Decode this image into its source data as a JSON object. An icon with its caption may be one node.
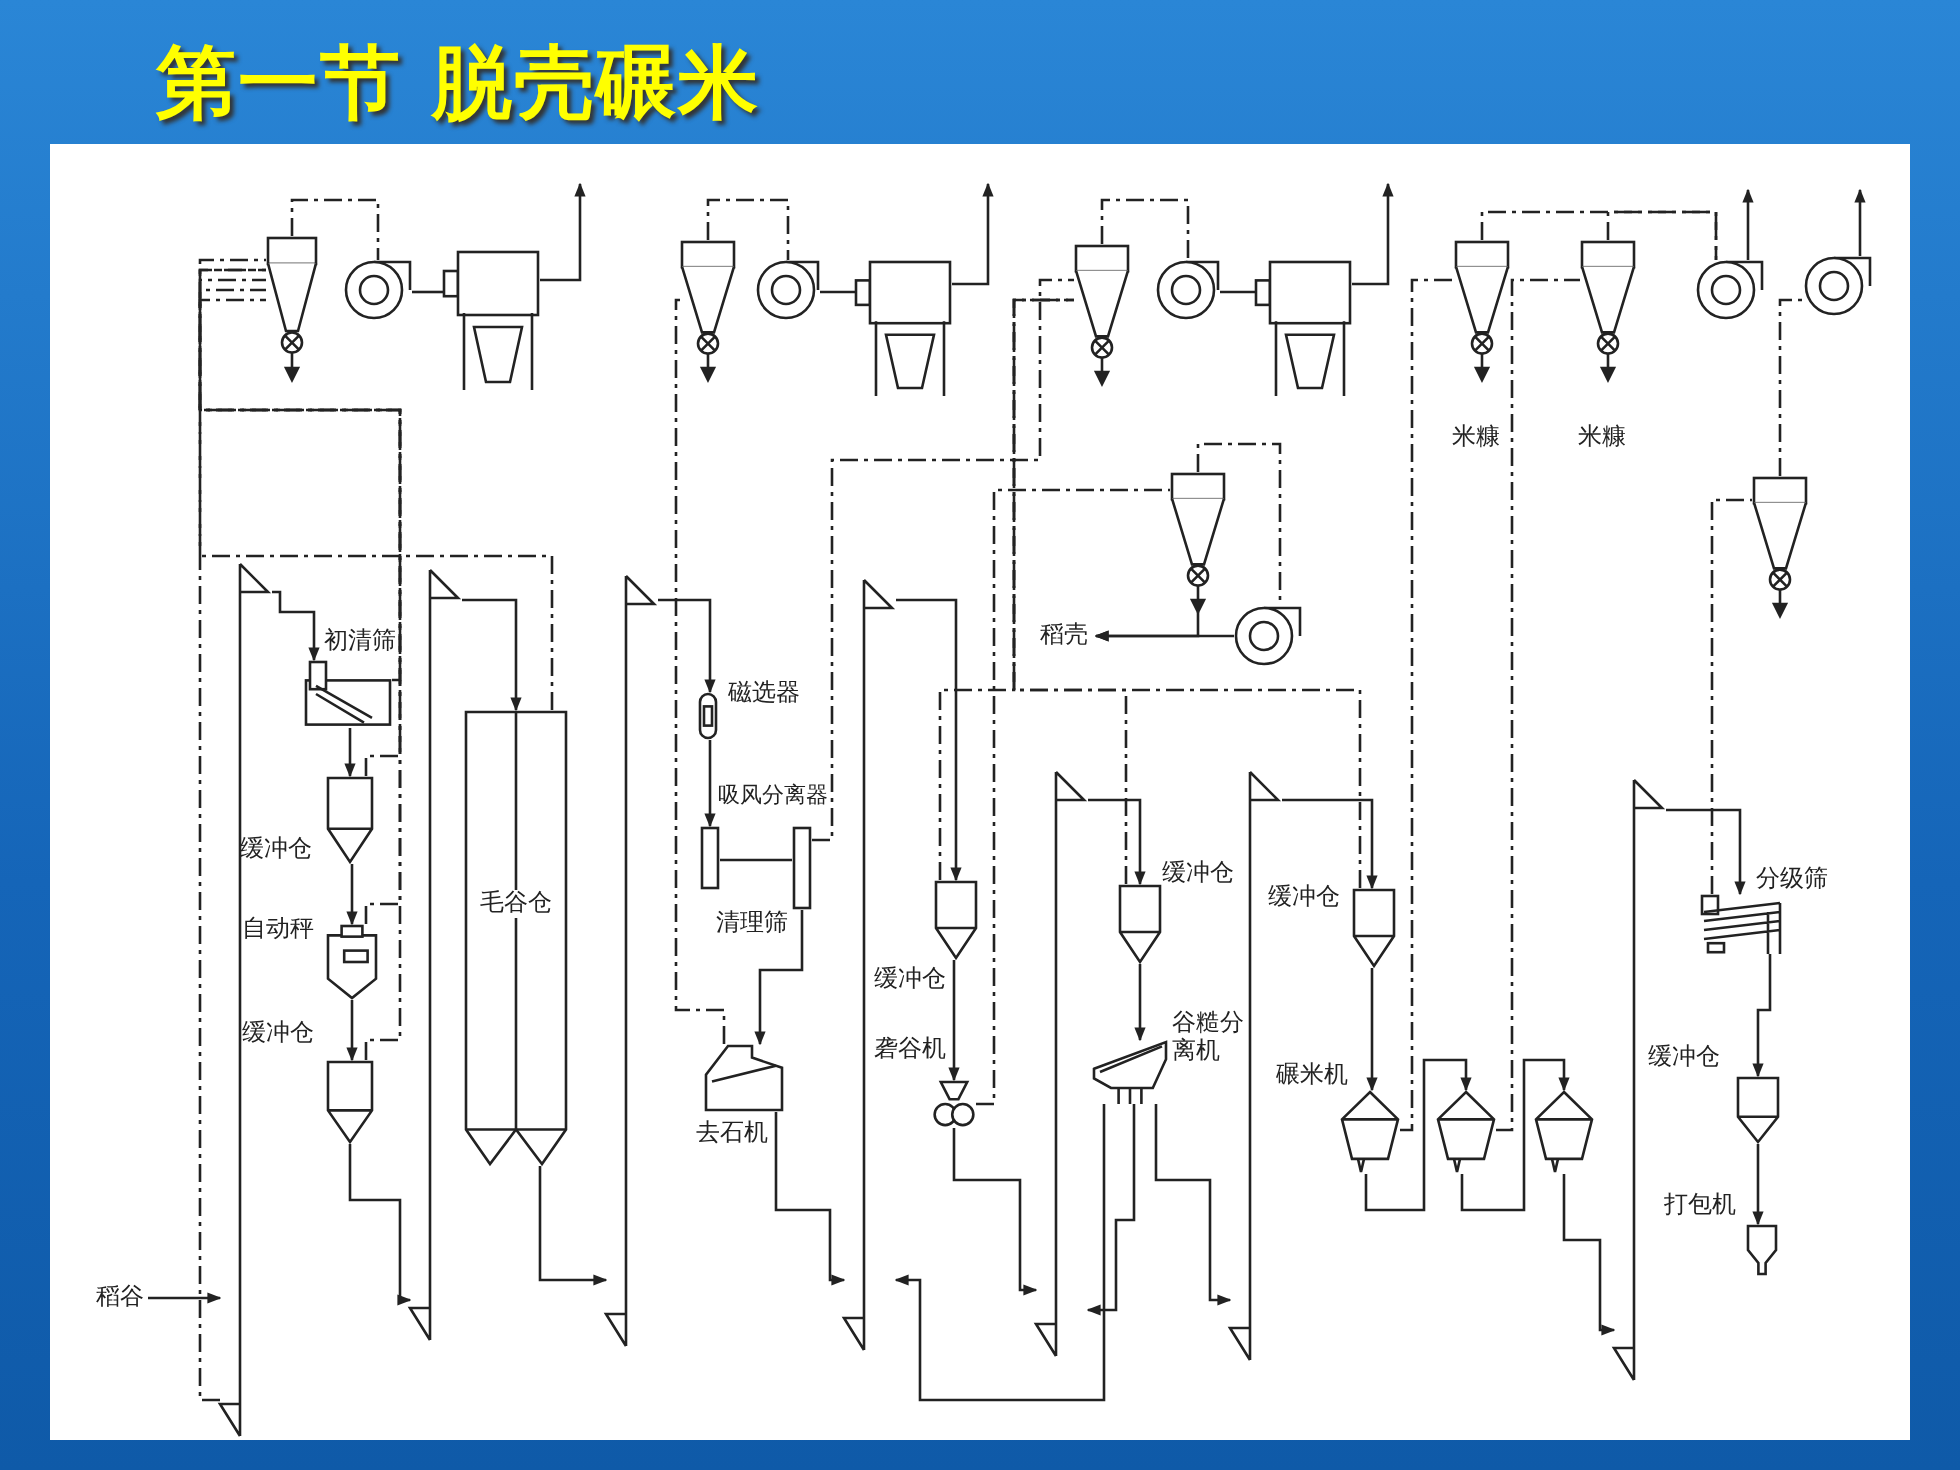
{
  "diagram": {
    "title": "第一节 脱壳碾米",
    "nodes": [
      {
        "text": [],
        "shape": "cone"
      },
      {
        "text": [],
        "shape": "circle"
      },
      {
        "text": [],
        "shape": "box"
      },
      {
        "text": [],
        "shape": "cone"
      },
      {
        "text": [],
        "shape": "circle"
      },
      {
        "text": [],
        "shape": "box"
      },
      {
        "text": [],
        "shape": "cone"
      },
      {
        "text": [],
        "shape": "circle"
      },
      {
        "text": [],
        "shape": "box"
      },
      {
        "text": [
          "米糠"
        ]
      },
      {
        "text": [
          "米糠"
        ]
      },
      {
        "text": [],
        "shape": "circle"
      },
      {
        "text": [],
        "shape": "circle"
      },
      {
        "text": [],
        "shape": "cone"
      },
      {
        "text": [],
        "shape": "circle"
      },
      {
        "text": [
          "稻壳"
        ]
      },
      {
        "text": [],
        "shape": "cone"
      },
      {
        "text": [
          "初清筛"
        ]
      },
      {
        "text": [
          "缓冲仓"
        ]
      },
      {
        "text": [
          "自动秤"
        ]
      },
      {
        "text": [
          "缓冲仓"
        ]
      },
      {
        "text": [
          "毛谷仓"
        ]
      },
      {
        "text": [
          "磁选器"
        ]
      },
      {
        "text": [
          "吸风分离器"
        ]
      },
      {
        "text": [
          "清理筛"
        ]
      },
      {
        "text": [
          "去石机"
        ]
      },
      {
        "text": [
          "缓冲仓"
        ]
      },
      {
        "text": [
          "砻谷机"
        ]
      },
      {
        "text": [
          "缓冲仓"
        ]
      },
      {
        "text": [
          "谷糙分离机"
        ]
      },
      {
        "text": [
          "缓冲仓"
        ]
      },
      {
        "text": [
          "碾米机"
        ]
      },
      {
        "text": [],
        "shape": "trapezoid"
      },
      {
        "text": [],
        "shape": "trapezoid"
      },
      {
        "text": [
          "分级筛"
        ]
      },
      {
        "text": [
          "缓冲仓"
        ]
      },
      {
        "text": [
          "打包机"
        ]
      },
      {
        "text": [
          "稻谷"
        ]
      },
      {
        "text": [],
        "shape": "bar"
      },
      {
        "text": [],
        "shape": "bar"
      },
      {
        "text": [],
        "shape": "bar"
      },
      {
        "text": [],
        "shape": "bar"
      },
      {
        "text": [],
        "shape": "bar"
      },
      {
        "text": [],
        "shape": "bar"
      },
      {
        "text": [],
        "shape": "bar"
      }
    ],
    "edges": [
      {
        "from": 37,
        "to": 38,
        "arrow": "to"
      },
      {
        "from": 38,
        "to": 17,
        "arrow": "to"
      },
      {
        "from": 17,
        "to": 18,
        "arrow": "to"
      },
      {
        "from": 18,
        "to": 19,
        "arrow": "to"
      },
      {
        "from": 19,
        "to": 20,
        "arrow": "to"
      },
      {
        "from": 20,
        "to": 39,
        "arrow": "to"
      },
      {
        "from": 39,
        "to": 21,
        "arrow": "to"
      },
      {
        "from": 21,
        "to": 40,
        "arrow": "to"
      },
      {
        "from": 40,
        "to": 22,
        "arrow": "to"
      },
      {
        "from": 22,
        "to": 24,
        "arrow": "to"
      },
      {
        "from": 24,
        "to": 23,
        "arrow": "none"
      },
      {
        "from": 23,
        "to": 25,
        "arrow": "to"
      },
      {
        "from": 25,
        "to": 41,
        "arrow": "to"
      },
      {
        "from": 41,
        "to": 26,
        "arrow": "to"
      },
      {
        "from": 26,
        "to": 27,
        "arrow": "to"
      },
      {
        "from": 27,
        "to": 42,
        "arrow": "to"
      },
      {
        "from": 42,
        "to": 28,
        "arrow": "to"
      },
      {
        "from": 28,
        "to": 29,
        "arrow": "to"
      },
      {
        "from": 29,
        "to": 43,
        "arrow": "to"
      },
      {
        "from": 29,
        "to": 41,
        "arrow": "to"
      },
      {
        "from": 29,
        "to": 42,
        "arrow": "to"
      },
      {
        "from": 43,
        "to": 30,
        "arrow": "to"
      },
      {
        "from": 30,
        "to": 31,
        "arrow": "to"
      },
      {
        "from": 31,
        "to": 32,
        "arrow": "to"
      },
      {
        "from": 32,
        "to": 33,
        "arrow": "to"
      },
      {
        "from": 33,
        "to": 44,
        "arrow": "to"
      },
      {
        "from": 44,
        "to": 34,
        "arrow": "to"
      },
      {
        "from": 34,
        "to": 35,
        "arrow": "to"
      },
      {
        "from": 35,
        "to": 36,
        "arrow": "to"
      },
      {
        "from": 14,
        "to": 15,
        "arrow": "to"
      },
      {
        "from": 13,
        "to": 15,
        "arrow": "to"
      },
      {
        "from": 0,
        "to": 1,
        "arrow": "none",
        "style": "dashed"
      },
      {
        "from": 1,
        "to": 2,
        "arrow": "none"
      },
      {
        "from": 2,
        "to": null,
        "arrow": "to"
      },
      {
        "from": 3,
        "to": 4,
        "arrow": "none",
        "style": "dashed"
      },
      {
        "from": 4,
        "to": 5,
        "arrow": "none"
      },
      {
        "from": 5,
        "to": null,
        "arrow": "to"
      },
      {
        "from": 6,
        "to": 7,
        "arrow": "none",
        "style": "dashed"
      },
      {
        "from": 7,
        "to": 8,
        "arrow": "none"
      },
      {
        "from": 8,
        "to": null,
        "arrow": "to"
      },
      {
        "from": 9,
        "to": 11,
        "arrow": "none",
        "style": "dashed"
      },
      {
        "from": 10,
        "to": 11,
        "arrow": "none",
        "style": "dashed"
      },
      {
        "from": 11,
        "to": null,
        "arrow": "to"
      },
      {
        "from": 12,
        "to": null,
        "arrow": "to"
      },
      {
        "from": 16,
        "to": 12,
        "arrow": "none",
        "style": "dashed"
      },
      {
        "from": 38,
        "to": 0,
        "arrow": "none",
        "style": "dashed"
      },
      {
        "from": 17,
        "to": 0,
        "arrow": "none",
        "style": "dashed"
      },
      {
        "from": 18,
        "to": 0,
        "arrow": "none",
        "style": "dashed"
      },
      {
        "from": 19,
        "to": 0,
        "arrow": "none",
        "style": "dashed"
      },
      {
        "from": 20,
        "to": 0,
        "arrow": "none",
        "style": "dashed"
      },
      {
        "from": 21,
        "to": 0,
        "arrow": "none",
        "style": "dashed"
      },
      {
        "from": 25,
        "to": 3,
        "arrow": "none",
        "style": "dashed"
      },
      {
        "from": 23,
        "to": 6,
        "arrow": "none",
        "style": "dashed"
      },
      {
        "from": 26,
        "to": 6,
        "arrow": "none",
        "style": "dashed"
      },
      {
        "from": 28,
        "to": 6,
        "arrow": "none",
        "style": "dashed"
      },
      {
        "from": 30,
        "to": 6,
        "arrow": "none",
        "style": "dashed"
      },
      {
        "from": 27,
        "to": 13,
        "arrow": "none",
        "style": "dashed"
      },
      {
        "from": 13,
        "to": 14,
        "arrow": "none",
        "style": "dashed"
      },
      {
        "from": 31,
        "to": 9,
        "arrow": "none",
        "style": "dashed"
      },
      {
        "from": 32,
        "to": 10,
        "arrow": "none",
        "style": "dashed"
      },
      {
        "from": 34,
        "to": 16,
        "arrow": "none",
        "style": "dashed"
      }
    ]
  }
}
